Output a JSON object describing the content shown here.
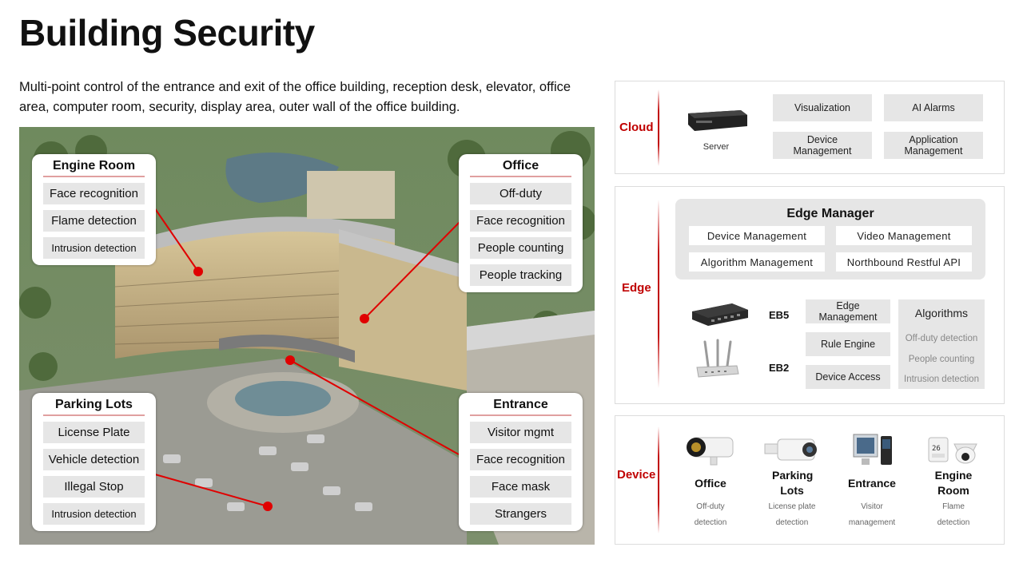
{
  "header": {
    "title": "Building Security",
    "subtitle": "Multi-point control of the entrance and exit of the office building, reception desk, elevator, office area, computer room, security, display area, outer wall of the office building."
  },
  "callouts": {
    "engine_room": {
      "title": "Engine Room",
      "items": [
        "Face recognition",
        "Flame detection",
        "Intrusion  detection"
      ]
    },
    "office": {
      "title": "Office",
      "items": [
        "Off-duty",
        "Face recognition",
        "People counting",
        "People tracking"
      ]
    },
    "parking": {
      "title": "Parking Lots",
      "items": [
        "License Plate",
        "Vehicle detection",
        "Illegal Stop",
        "Intrusion  detection"
      ]
    },
    "entrance": {
      "title": "Entrance",
      "items": [
        "Visitor mgmt",
        "Face recognition",
        "Face mask",
        "Strangers"
      ]
    }
  },
  "cloud": {
    "label": "Cloud",
    "server_label": "Server",
    "boxes": [
      "Visualization",
      "AI Alarms",
      "Device Management",
      "Application Management"
    ]
  },
  "edge": {
    "label": "Edge",
    "manager_title": "Edge Manager",
    "manager_items": [
      "Device  Management",
      "Video  Management",
      "Algorithm  Management",
      "Northbound  Restful  API"
    ],
    "eb5": "EB5",
    "eb2": "EB2",
    "functions": [
      "Edge Management",
      "Rule Engine",
      "Device Access"
    ],
    "algorithms_title": "Algorithms",
    "algorithms": [
      "Off-duty detection",
      "People counting",
      "Intrusion detection"
    ]
  },
  "device": {
    "label": "Device",
    "items": [
      {
        "title": "Office",
        "desc1": "Off-duty",
        "desc2": "detection"
      },
      {
        "title": "Parking Lots",
        "desc1": "License plate",
        "desc2": "detection"
      },
      {
        "title": "Entrance",
        "desc1": "Visitor",
        "desc2": "management"
      },
      {
        "title": "Engine Room",
        "desc1": "Flame",
        "desc2": "detection"
      }
    ]
  },
  "colors": {
    "accent": "#c00000",
    "box_grey": "#e6e6e6",
    "marker": "#e00000"
  }
}
